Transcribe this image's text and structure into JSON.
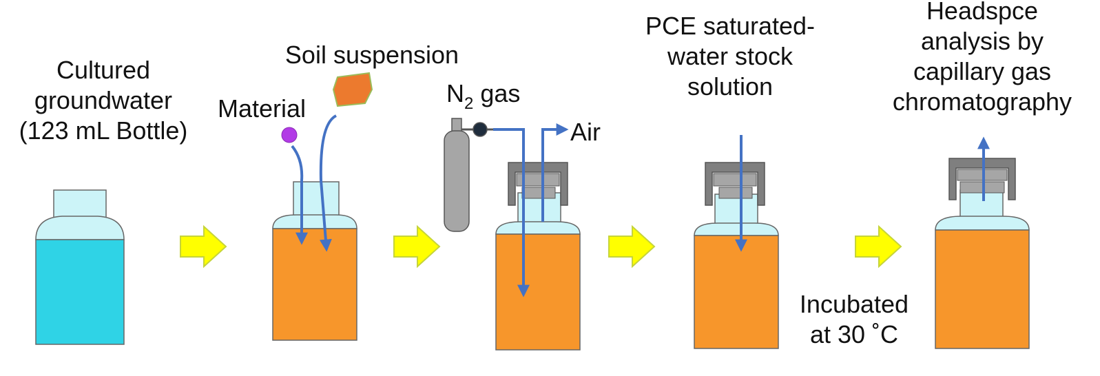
{
  "labels": {
    "step1_line1": "Cultured",
    "step1_line2": "groundwater",
    "step1_line3": "(123 mL Bottle)",
    "soil_suspension": "Soil suspension",
    "material": "Material",
    "n2_prefix": "N",
    "n2_sub": "2",
    "n2_suffix": " gas",
    "air": "Air",
    "pce_line1": "PCE saturated-",
    "pce_line2": "water stock",
    "pce_line3": "solution",
    "headspace_line1": "Headspce",
    "headspace_line2": "analysis by",
    "headspace_line3": "capillary gas",
    "headspace_line4": "chromatography",
    "incubated_line1": "Incubated",
    "incubated_line2": "at 30 ˚C"
  },
  "colors": {
    "groundwater": "#2fd3e6",
    "bottle_cap_light": "#ccf4f8",
    "suspension": "#f7962b",
    "material_ball": "#b23be6",
    "soil_particle": "#ec7a2e",
    "arrow_line": "#4472c4",
    "step_arrow": "#ffff00",
    "step_arrow_border": "#c6d43a",
    "septum_cap": "#7f7f7f",
    "cylinder": "#a6a6a6"
  }
}
